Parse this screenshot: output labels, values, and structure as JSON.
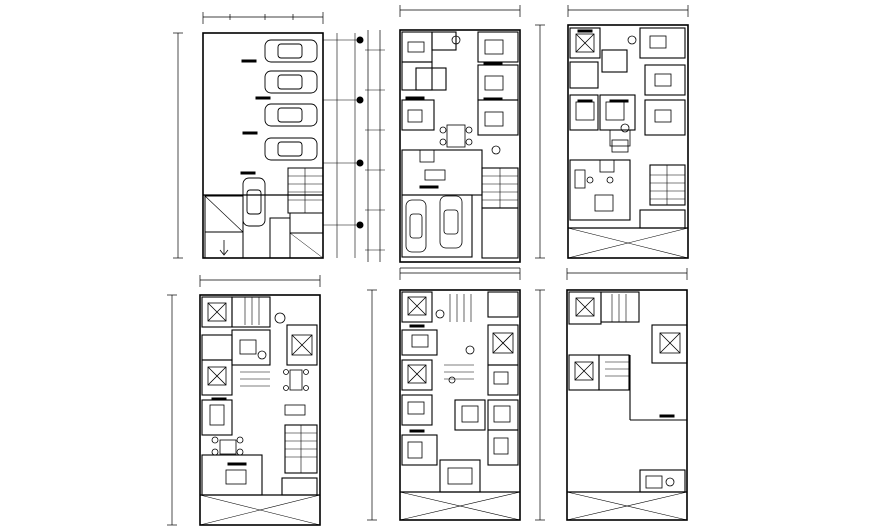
{
  "drawing": {
    "description_visible_text": "",
    "line_color": "#000000",
    "background_color": "#ffffff",
    "fill_dark": "#1a1a1a"
  },
  "plans": [
    {
      "id": "parking-floor"
    },
    {
      "id": "ground-floor"
    },
    {
      "id": "first-floor"
    },
    {
      "id": "second-floor"
    },
    {
      "id": "third-floor"
    },
    {
      "id": "terrace-floor"
    }
  ]
}
